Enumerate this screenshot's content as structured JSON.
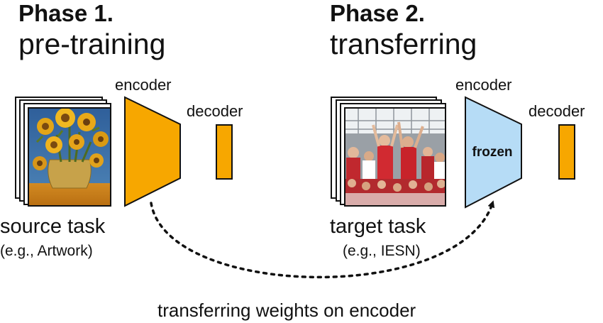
{
  "colors": {
    "encoder_trainable": "#F7A700",
    "encoder_frozen": "#B6DCF6",
    "decoder": "#F7A700",
    "stroke": "#111111"
  },
  "phase1": {
    "label": "Phase 1.",
    "title": "pre-training",
    "encoder_label": "encoder",
    "decoder_label": "decoder",
    "task": "source task",
    "example": "(e.g., Artwork)",
    "image": "sunflowers-painting-stack"
  },
  "phase2": {
    "label": "Phase 2.",
    "title": "transferring",
    "encoder_label": "encoder",
    "encoder_state": "frozen",
    "decoder_label": "decoder",
    "task": "target task",
    "example": "(e.g., IESN)",
    "image": "stadium-crowd-photo-stack"
  },
  "caption": "transferring weights on encoder"
}
